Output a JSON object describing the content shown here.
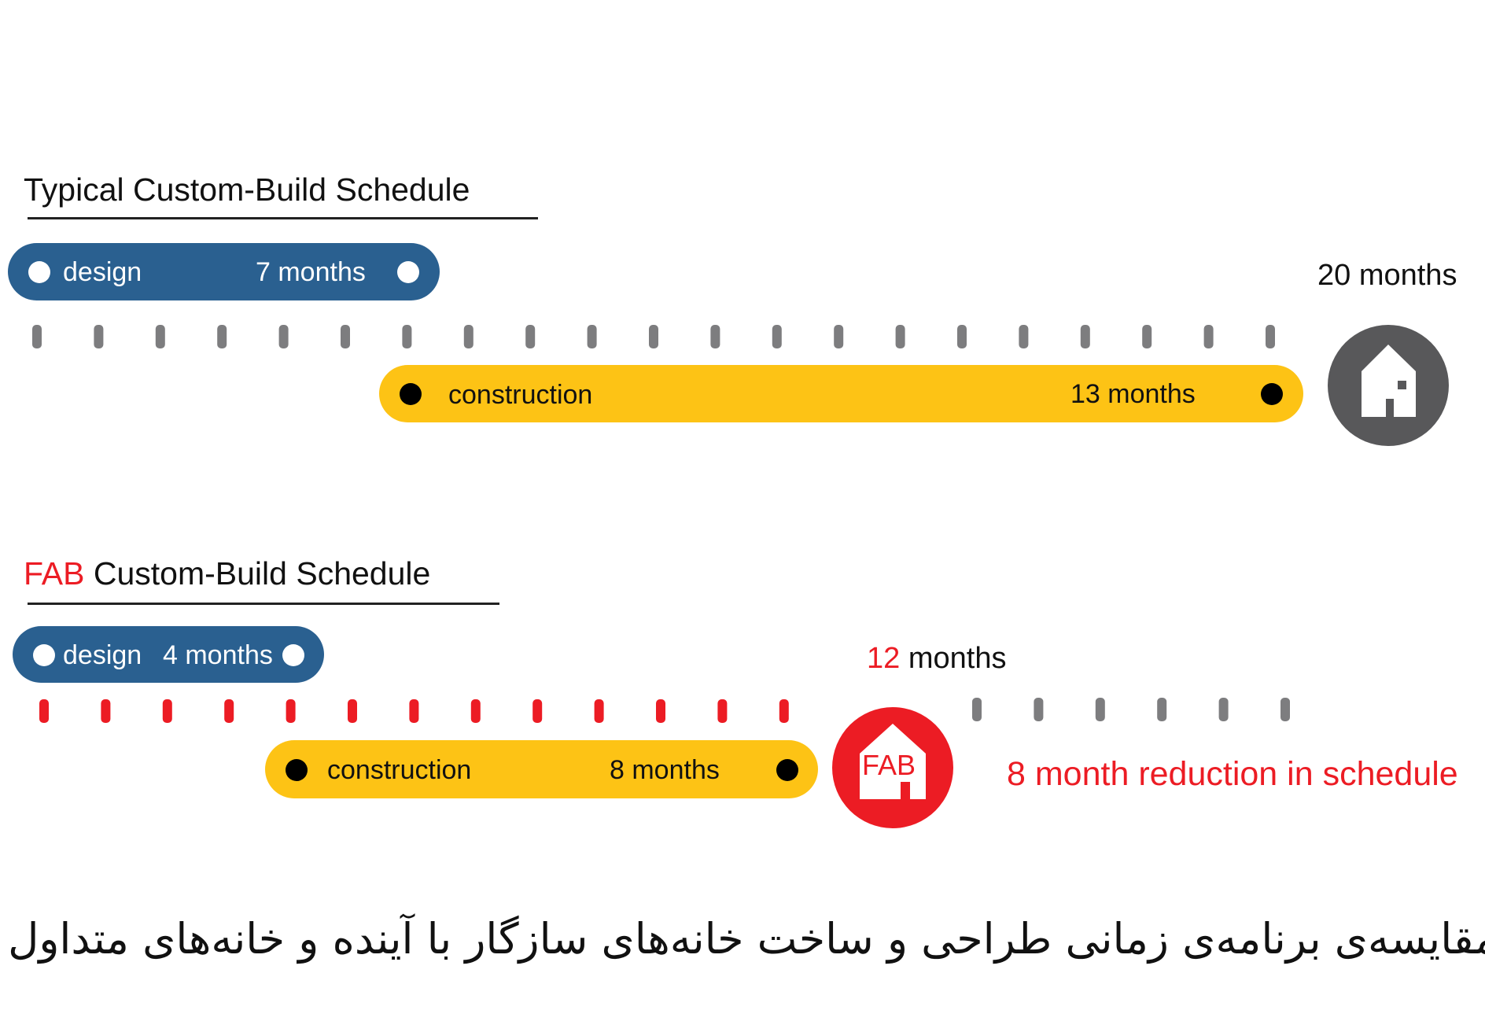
{
  "typical": {
    "title": "Typical Custom-Build Schedule",
    "design": {
      "label": "design",
      "duration": "7 months",
      "months": 7
    },
    "construction": {
      "label": "construction",
      "duration": "13 months",
      "months": 13
    },
    "total": "20 months",
    "total_months": 20
  },
  "fab": {
    "title_accent": "FAB",
    "title_rest": " Custom-Build Schedule",
    "design": {
      "label": "design",
      "duration": "4 months",
      "months": 4
    },
    "construction": {
      "label": "construction",
      "duration": "8 months",
      "months": 8
    },
    "total_accent": "12",
    "total_rest": " months",
    "total_months": 12,
    "house_label": "FAB",
    "reduction": "8 month reduction in schedule"
  },
  "caption": "مقایسه‌ی برنامه‌ی زمانی طراحی و ساخت خانه‌های سازگار با آینده و خانه‌های متداول",
  "colors": {
    "design": "#2a6090",
    "construction": "#fdc315",
    "red": "#ec1c24",
    "gray": "#58585a",
    "tick": "#7d7d7f"
  }
}
